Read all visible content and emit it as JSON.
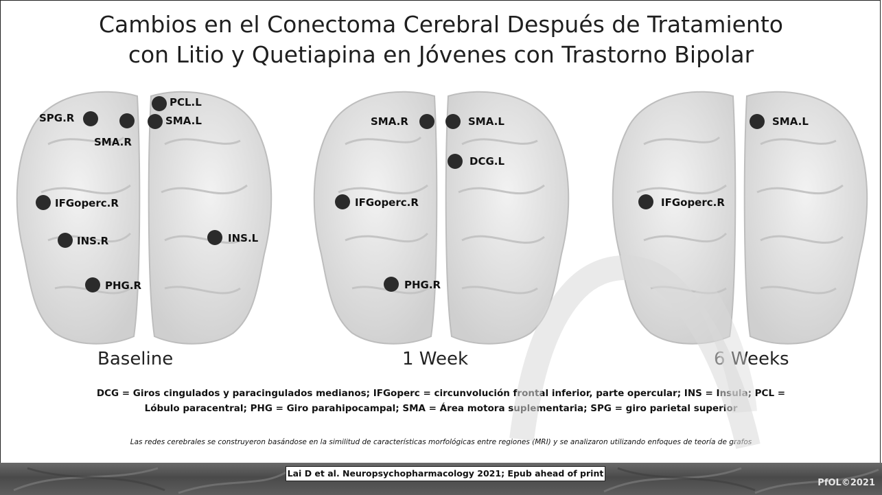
{
  "title": {
    "line1": "Cambios en el Conectoma Cerebral Después de Tratamiento",
    "line2": "con Litio y Quetiapina en Jóvenes con Trastorno Bipolar"
  },
  "panels": [
    {
      "caption": "Baseline",
      "nodes": [
        "SPG.R",
        "SMA.R",
        "PCL.L",
        "SMA.L",
        "IFGoperc.R",
        "INS.R",
        "INS.L",
        "PHG.R"
      ]
    },
    {
      "caption": "1 Week",
      "nodes": [
        "SMA.R",
        "SMA.L",
        "DCG.L",
        "IFGoperc.R",
        "PHG.R"
      ]
    },
    {
      "caption": "6 Weeks",
      "nodes": [
        "SMA.L",
        "IFGoperc.R"
      ]
    }
  ],
  "legend": {
    "line1": "DCG = Giros cingulados y paracingulados medianos; IFGoperc = circunvolución frontal inferior, parte opercular; INS = Insula; PCL =",
    "line2": "Lóbulo paracentral; PHG = Giro parahipocampal; SMA = Área motora suplementaria; SPG = giro parietal superior"
  },
  "note": "Las redes cerebrales se construyeron basándose en la similitud de características morfológicas entre regiones (MRI) y se analizaron utilizando enfoques de teoría de grafos",
  "citation": "Lai D et al. Neuropsychopharmacology 2021; Epub ahead of print",
  "copyright": "PfOL©2021",
  "colors": {
    "node": "#2b2b2b",
    "brain_fill": "#e4e4e4",
    "brain_stroke": "#bdbdbd",
    "footer": "#555555"
  }
}
